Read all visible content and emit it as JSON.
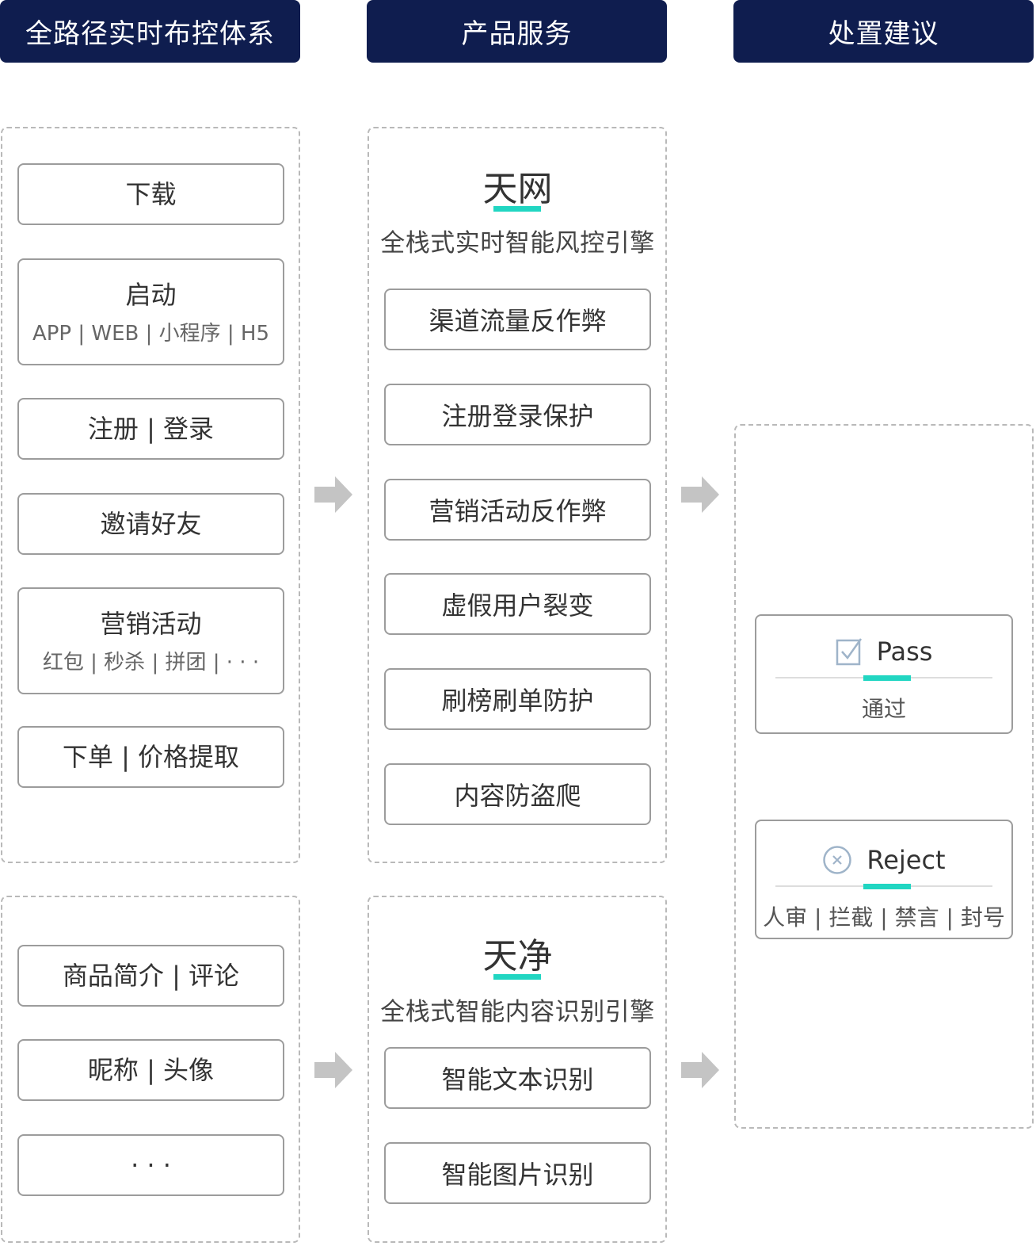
{
  "headers": {
    "col1": "全路径实时布控体系",
    "col2": "产品服务",
    "col3": "处置建议"
  },
  "touchpoints_top": [
    {
      "label": "下载"
    },
    {
      "label": "启动",
      "sub": "APP | WEB | 小程序 | H5"
    },
    {
      "label": "注册 | 登录"
    },
    {
      "label": "邀请好友"
    },
    {
      "label": "营销活动",
      "sub": "红包 | 秒杀 | 拼团 | · · ·"
    },
    {
      "label": "下单 | 价格提取"
    }
  ],
  "touchpoints_bottom": [
    {
      "label": "商品简介 | 评论"
    },
    {
      "label": "昵称 | 头像"
    },
    {
      "label": "· · ·"
    }
  ],
  "engine_tianwang": {
    "name": "天网",
    "desc": "全栈式实时智能风控引擎",
    "services": [
      "渠道流量反作弊",
      "注册登录保护",
      "营销活动反作弊",
      "虚假用户裂变",
      "刷榜刷单防护",
      "内容防盗爬"
    ]
  },
  "engine_tianjing": {
    "name": "天净",
    "desc": "全栈式智能内容识别引擎",
    "services": [
      "智能文本识别",
      "智能图片识别"
    ]
  },
  "results": {
    "pass": {
      "label": "Pass",
      "note": "通过",
      "icon": "check-icon"
    },
    "reject": {
      "label": "Reject",
      "note": "人审 | 拦截 | 禁言 | 封号",
      "icon": "x-circle-icon"
    }
  },
  "colors": {
    "header_bg": "#0f1d4f",
    "accent": "#21d6c2",
    "arrow": "#c4c4c4",
    "border": "#9c9c9c"
  }
}
